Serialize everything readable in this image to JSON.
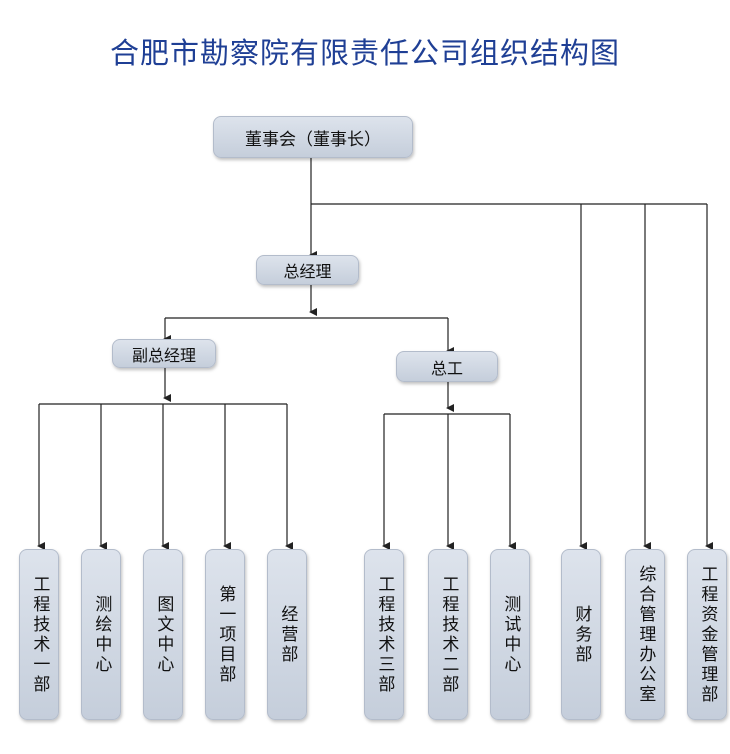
{
  "title": "合肥市勘察院有限责任公司组织结构图",
  "nodes": {
    "chairman": "董事会（董事长）",
    "general_manager": "总经理",
    "deputy_general_manager": "副总经理",
    "chief_engineer": "总工",
    "departments": [
      "工程技术一部",
      "测绘中心",
      "图文中心",
      "第一项目部",
      "经营部",
      "工程技术三部",
      "工程技术二部",
      "测试中心",
      "财务部",
      "综合管理办公室",
      "工程资金管理部"
    ]
  },
  "colors": {
    "title": "#1f3f95",
    "node_fill": "#cdd5e1",
    "line": "#222222"
  }
}
